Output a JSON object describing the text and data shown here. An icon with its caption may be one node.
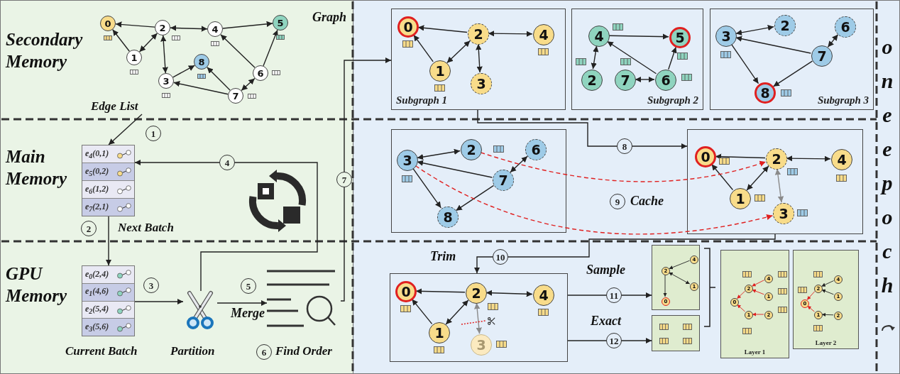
{
  "diagram": {
    "nodes": [
      {
        "text": [
          "0"
        ]
      },
      {
        "text": [
          "1"
        ]
      },
      {
        "text": [
          "2"
        ]
      },
      {
        "text": [
          "3"
        ]
      },
      {
        "text": [
          "4"
        ]
      },
      {
        "text": [
          "5"
        ]
      },
      {
        "text": [
          "6"
        ]
      },
      {
        "text": [
          "7"
        ]
      },
      {
        "text": [
          "8"
        ]
      },
      {
        "text": [
          "Edge List"
        ]
      },
      {
        "text": [
          "e$_{4}$(0,1)",
          "e$_{5}$(0,2)",
          "e$_{6}$(1,2)",
          "e$_{7}$(2,1)"
        ],
        "beside": [
          "Next Batch"
        ]
      },
      {
        "text": [
          "e$_{0}$(2,4)",
          "e$_{1}$(4,6)",
          "e$_{2}$(5,4)",
          "e$_{3}$(5,6)"
        ],
        "beside": [
          "Current Batch"
        ]
      },
      {
        "text": [],
        "shape": "picture",
        "beside": [
          "Partition"
        ]
      },
      {
        "text": [],
        "shape": "picture",
        "beside": [
          "Find Order"
        ]
      },
      {
        "text": [
          "Subgraph 1"
        ]
      },
      {
        "text": [
          "0"
        ],
        "in": 14
      },
      {
        "text": [
          "2"
        ],
        "in": 14
      },
      {
        "text": [
          "4"
        ],
        "in": 14
      },
      {
        "text": [
          "1"
        ],
        "in": 14
      },
      {
        "text": [
          "3"
        ],
        "in": 14
      },
      {
        "text": [
          "Subgraph 2"
        ]
      },
      {
        "text": [
          "4"
        ],
        "in": 20
      },
      {
        "text": [
          "5"
        ],
        "in": 20
      },
      {
        "text": [
          "2"
        ],
        "in": 20
      },
      {
        "text": [
          "7"
        ],
        "in": 20
      },
      {
        "text": [
          "6"
        ],
        "in": 20
      },
      {
        "text": [
          "Subgraph 3"
        ]
      },
      {
        "text": [
          "3"
        ],
        "in": 26
      },
      {
        "text": [
          "2"
        ],
        "in": 26
      },
      {
        "text": [
          "6"
        ],
        "in": 26
      },
      {
        "text": [
          "7"
        ],
        "in": 26
      },
      {
        "text": [
          "8"
        ],
        "in": 26
      },
      {
        "text": [],
        "shape": "box"
      },
      {
        "text": [
          "3"
        ],
        "in": 32
      },
      {
        "text": [
          "2"
        ],
        "in": 32
      },
      {
        "text": [
          "6"
        ],
        "in": 32
      },
      {
        "text": [
          "7"
        ],
        "in": 32
      },
      {
        "text": [
          "8"
        ],
        "in": 32
      },
      {
        "text": [],
        "shape": "box"
      },
      {
        "text": [
          "0"
        ],
        "in": 38
      },
      {
        "text": [
          "2"
        ],
        "in": 38
      },
      {
        "text": [
          "4"
        ],
        "in": 38
      },
      {
        "text": [
          "1"
        ],
        "in": 38
      },
      {
        "text": [
          "3"
        ],
        "in": 38
      },
      {
        "text": [],
        "shape": "box"
      },
      {
        "text": [
          "0"
        ],
        "in": 44
      },
      {
        "text": [
          "2"
        ],
        "in": 44
      },
      {
        "text": [
          "4"
        ],
        "in": 44
      },
      {
        "text": [
          "1"
        ],
        "in": 44
      },
      {
        "text": [
          "3"
        ],
        "in": 44
      },
      {
        "text": [],
        "shape": "box"
      },
      {
        "text": [
          "4"
        ],
        "in": 50
      },
      {
        "text": [
          "2"
        ],
        "in": 50
      },
      {
        "text": [
          "1"
        ],
        "in": 50
      },
      {
        "text": [
          "0"
        ],
        "in": 50
      },
      {
        "text": [],
        "shape": "box"
      },
      {
        "text": [
          "Layer 1"
        ]
      },
      {
        "text": [
          "4"
        ],
        "in": 56
      },
      {
        "text": [
          "2"
        ],
        "in": 56
      },
      {
        "text": [
          "1"
        ],
        "in": 56
      },
      {
        "text": [
          "0"
        ],
        "in": 56
      },
      {
        "text": [
          "1"
        ],
        "in": 56
      },
      {
        "text": [
          "2"
        ],
        "in": 56
      },
      {
        "text": [
          "Layer 2"
        ]
      },
      {
        "text": [
          "4"
        ],
        "in": 63
      },
      {
        "text": [
          "2"
        ],
        "in": 63
      },
      {
        "text": [
          "1"
        ],
        "in": 63
      },
      {
        "text": [
          "0"
        ],
        "in": 63
      },
      {
        "text": [
          "1"
        ],
        "in": 63
      },
      {
        "text": [
          "2"
        ],
        "in": 63
      }
    ],
    "edges": [
      {
        "from": 2,
        "to": 0,
        "arrow": "to"
      },
      {
        "from": 1,
        "to": 0,
        "arrow": "to"
      },
      {
        "from": 1,
        "to": 2,
        "arrow": "both"
      },
      {
        "from": 2,
        "to": 4,
        "arrow": "both"
      },
      {
        "from": 2,
        "to": 3,
        "arrow": "both"
      },
      {
        "from": 3,
        "to": 8,
        "arrow": "to"
      },
      {
        "from": 7,
        "to": 3,
        "arrow": "to"
      },
      {
        "from": 7,
        "to": 8,
        "arrow": "to"
      },
      {
        "from": 7,
        "to": 6,
        "arrow": "both"
      },
      {
        "from": 6,
        "to": 4,
        "arrow": "to"
      },
      {
        "from": 6,
        "to": 5,
        "arrow": "to"
      },
      {
        "from": 4,
        "to": 5,
        "arrow": "to"
      },
      {
        "from": 9,
        "to": 10,
        "arrow": "to",
        "label": "1"
      },
      {
        "from": 10,
        "to": 11,
        "arrow": "to",
        "label": "2"
      },
      {
        "from": 11,
        "to": 12,
        "arrow": "to",
        "label": "3"
      },
      {
        "from": 12,
        "to": 10,
        "arrow": "to",
        "label": "4"
      },
      {
        "from": 12,
        "to": 13,
        "arrow": "to"
      },
      {
        "from": 13,
        "to": 14,
        "arrow": "to",
        "label": "7"
      },
      {
        "from": 14,
        "to": 38,
        "arrow": "to",
        "label": "8"
      },
      {
        "from": 38,
        "to": 44,
        "arrow": "to",
        "label": "10"
      },
      {
        "from": 44,
        "to": 50,
        "arrow": "to",
        "label": "11"
      },
      {
        "from": 44,
        "to": 55,
        "arrow": "to",
        "label": "12"
      },
      {
        "from": 16,
        "to": 15,
        "arrow": "to"
      },
      {
        "from": 18,
        "to": 15,
        "arrow": "to"
      },
      {
        "from": 18,
        "to": 16,
        "arrow": "both"
      },
      {
        "from": 16,
        "to": 17,
        "arrow": "both"
      },
      {
        "from": 16,
        "to": 19,
        "arrow": "both"
      },
      {
        "from": 21,
        "to": 23,
        "arrow": "both"
      },
      {
        "from": 21,
        "to": 22,
        "arrow": "to"
      },
      {
        "from": 25,
        "to": 21,
        "arrow": "to"
      },
      {
        "from": 25,
        "to": 22,
        "arrow": "to"
      },
      {
        "from": 24,
        "to": 25,
        "arrow": "both"
      },
      {
        "from": 27,
        "to": 28,
        "arrow": "both"
      },
      {
        "from": 30,
        "to": 27,
        "arrow": "to"
      },
      {
        "from": 30,
        "to": 29,
        "arrow": "both"
      },
      {
        "from": 27,
        "to": 31,
        "arrow": "to"
      },
      {
        "from": 30,
        "to": 31,
        "arrow": "to"
      },
      {
        "from": 33,
        "to": 34,
        "arrow": "both"
      },
      {
        "from": 36,
        "to": 33,
        "arrow": "to"
      },
      {
        "from": 36,
        "to": 35,
        "arrow": "both"
      },
      {
        "from": 33,
        "to": 37,
        "arrow": "to"
      },
      {
        "from": 36,
        "to": 37,
        "arrow": "to"
      },
      {
        "from": 40,
        "to": 39,
        "arrow": "to"
      },
      {
        "from": 42,
        "to": 39,
        "arrow": "to"
      },
      {
        "from": 42,
        "to": 40,
        "arrow": "both"
      },
      {
        "from": 40,
        "to": 41,
        "arrow": "both"
      },
      {
        "from": 40,
        "to": 43,
        "arrow": "both",
        "color": "#8a8a8a"
      },
      {
        "from": 34,
        "to": 40,
        "arrow": "to",
        "style": "dashed",
        "color": "#e02020"
      },
      {
        "from": 33,
        "to": 43,
        "arrow": "to",
        "style": "dashed",
        "color": "#e02020"
      },
      {
        "from": 46,
        "to": 45,
        "arrow": "to"
      },
      {
        "from": 48,
        "to": 45,
        "arrow": "to"
      },
      {
        "from": 48,
        "to": 46,
        "arrow": "both"
      },
      {
        "from": 46,
        "to": 47,
        "arrow": "both"
      },
      {
        "from": 46,
        "to": 49,
        "arrow": "both",
        "color": "#8a8a8a"
      },
      {
        "from": 51,
        "to": 52,
        "arrow": "to"
      },
      {
        "from": 52,
        "to": 53,
        "arrow": "both"
      },
      {
        "from": 52,
        "to": 54,
        "arrow": "to"
      },
      {
        "from": 57,
        "to": 58,
        "arrow": "to",
        "color": "#e02020"
      },
      {
        "from": 59,
        "to": 58,
        "arrow": "to",
        "color": "#e02020"
      },
      {
        "from": 58,
        "to": 60,
        "arrow": "to",
        "color": "#e02020"
      },
      {
        "from": 61,
        "to": 60,
        "arrow": "to",
        "color": "#e02020"
      },
      {
        "from": 62,
        "to": 61,
        "arrow": "to",
        "color": "#e02020"
      },
      {
        "from": 64,
        "to": 65,
        "arrow": "to"
      },
      {
        "from": 66,
        "to": 65,
        "arrow": "to"
      },
      {
        "from": 65,
        "to": 67,
        "arrow": "to",
        "color": "#e02020"
      },
      {
        "from": 68,
        "to": 67,
        "arrow": "to",
        "color": "#e02020"
      },
      {
        "from": 69,
        "to": 68,
        "arrow": "to"
      }
    ],
    "labels": [
      "Secondary Memory",
      "Graph",
      "Main Memory",
      "GPU Memory",
      "5",
      "Merge",
      "6",
      "9",
      "Cache",
      "Trim",
      "Sample",
      "Exact",
      "one epoch"
    ]
  }
}
